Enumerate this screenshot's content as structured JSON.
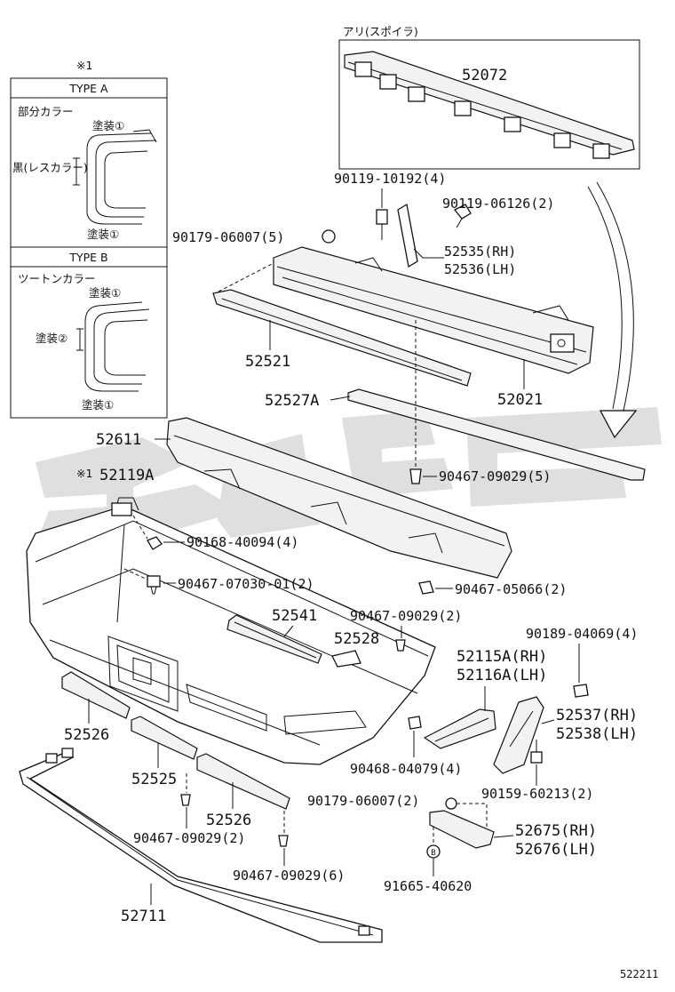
{
  "note_mark": "※1",
  "type_a": {
    "title": "TYPE A",
    "color_label": "部分カラー",
    "paint_1_top": "塗装①",
    "black_label": "黒(レスカラー)",
    "paint_1_bottom": "塗装①"
  },
  "type_b": {
    "title": "TYPE B",
    "color_label": "ツートンカラー",
    "paint_1_top": "塗装①",
    "paint_2": "塗装②",
    "paint_1_bottom": "塗装①"
  },
  "spoiler_label": "アリ(スポイラ)",
  "parts": {
    "p52072": "52072",
    "p90119_10192": "90119-10192(4)",
    "p90119_06126": "90119-06126(2)",
    "p90179_06007_5": "90179-06007(5)",
    "p52535": "52535(RH)",
    "p52536": "52536(LH)",
    "p52521": "52521",
    "p52021": "52021",
    "p52527A": "52527A",
    "p52611": "52611",
    "p52119A": "52119A",
    "p90467_09029_5": "90467-09029(5)",
    "p90168_40094": "90168-40094(4)",
    "p90467_07030": "90467-07030-01(2)",
    "p90467_05066": "90467-05066(2)",
    "p52541": "52541",
    "p90467_09029_2a": "90467-09029(2)",
    "p52528": "52528",
    "p90189_04069": "90189-04069(4)",
    "p52115A": "52115A(RH)",
    "p52116A": "52116A(LH)",
    "p52537": "52537(RH)",
    "p52538": "52538(LH)",
    "p52526a": "52526",
    "p90468_04079": "90468-04079(4)",
    "p90159_60213": "90159-60213(2)",
    "p52525": "52525",
    "p90179_06007_2": "90179-06007(2)",
    "p52526b": "52526",
    "p52675": "52675(RH)",
    "p52676": "52676(LH)",
    "p90467_09029_2b": "90467-09029(2)",
    "p90467_09029_6": "90467-09029(6)",
    "p91665_40620": "91665-40620",
    "p52711": "52711"
  },
  "figure_id": "522211"
}
